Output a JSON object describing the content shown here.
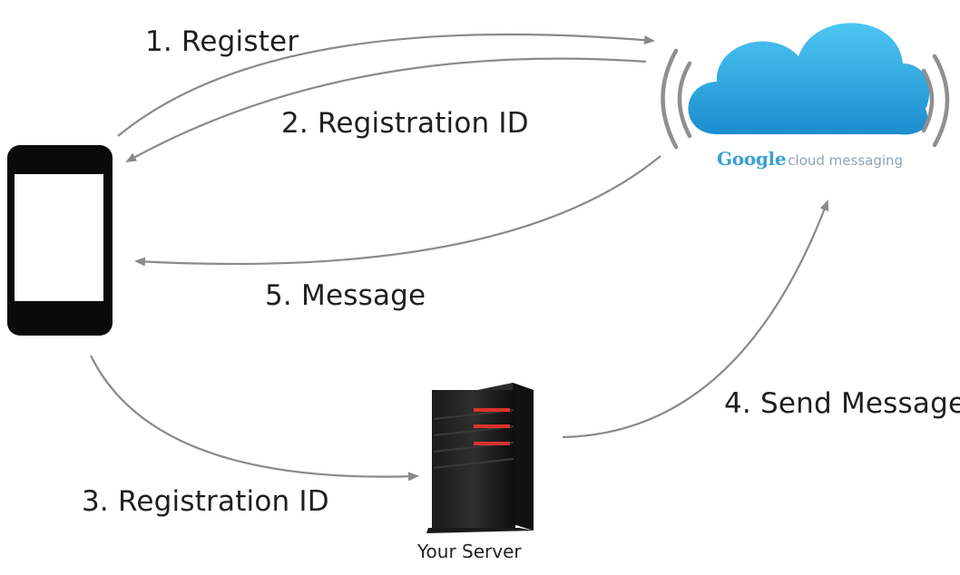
{
  "steps": [
    {
      "label": "1. Register"
    },
    {
      "label": "2. Registration ID"
    },
    {
      "label": "3. Registration ID"
    },
    {
      "label": "4. Send Message"
    },
    {
      "label": "5. Message"
    }
  ],
  "server": {
    "caption": "Your Server"
  },
  "cloud": {
    "brand_google": "Google",
    "brand_rest": "cloud messaging"
  },
  "colors": {
    "arrow": "#8a8a8a",
    "cloud_top": "#43c0ef",
    "cloud_bottom": "#1e8fd0",
    "phone_body": "#0a0a0a",
    "server_led": "#d8322c"
  },
  "icons": [
    "smartphone-icon",
    "cloud-icon",
    "server-icon",
    "signal-waves-icon"
  ]
}
